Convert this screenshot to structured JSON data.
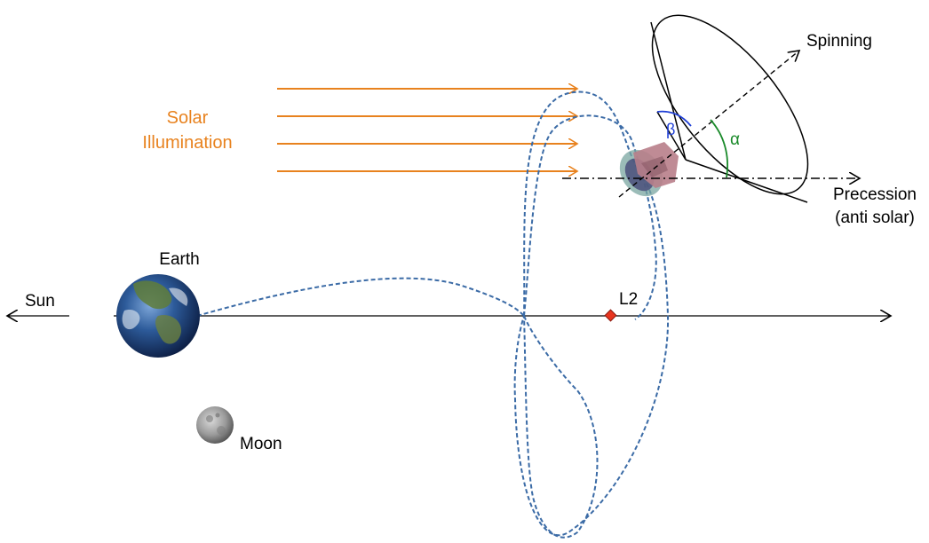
{
  "labels": {
    "sun": "Sun",
    "earth": "Earth",
    "moon": "Moon",
    "l2": "L2",
    "solar_line1": "Solar",
    "solar_line2": "Illumination",
    "spinning": "Spinning",
    "precession_line1": "Precession",
    "precession_line2": "(anti solar)",
    "beta": "β",
    "alpha": "α"
  },
  "colors": {
    "solar": "#E8821E",
    "orbit": "#3B6BA6",
    "l2_marker": "#E8351F",
    "beta_arc": "#1F3FD6",
    "alpha_arc": "#1A8A2A",
    "line": "#000000"
  }
}
